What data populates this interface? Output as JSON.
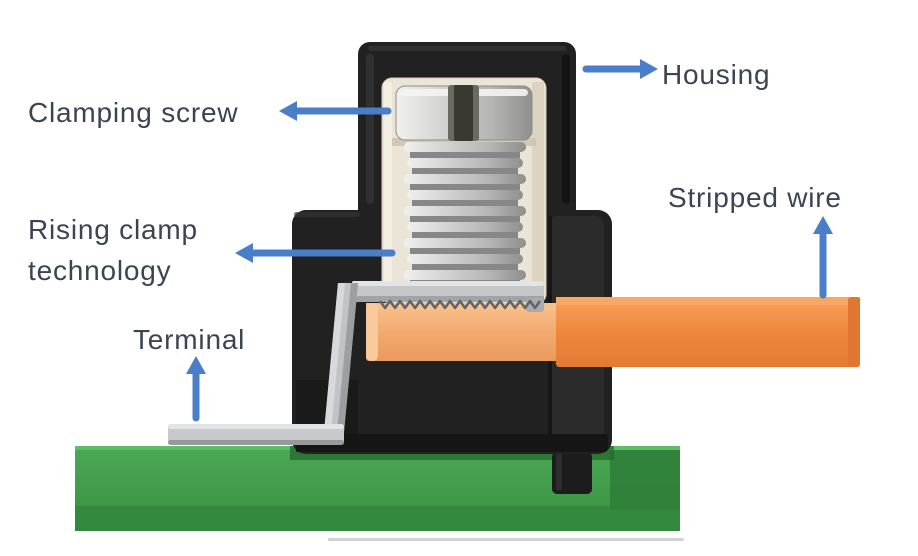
{
  "labels": {
    "housing": "Housing",
    "clamping_screw": "Clamping screw",
    "rising_clamp": "Rising clamp technology",
    "terminal": "Terminal",
    "stripped_wire": "Stripped wire"
  },
  "colors": {
    "arrow_blue": "#4b7ec8",
    "label_text": "#3d4451",
    "housing_black": "#212121",
    "clamp_insert_cream": "#eae5d7",
    "screw_metal": "#c9c9c7",
    "terminal_metal": "#c8c9cd",
    "wire_insulation_orange": "#ef8a3e",
    "wire_stripped_orange": "#f5ad74",
    "pcb_green": "#45a24f"
  }
}
